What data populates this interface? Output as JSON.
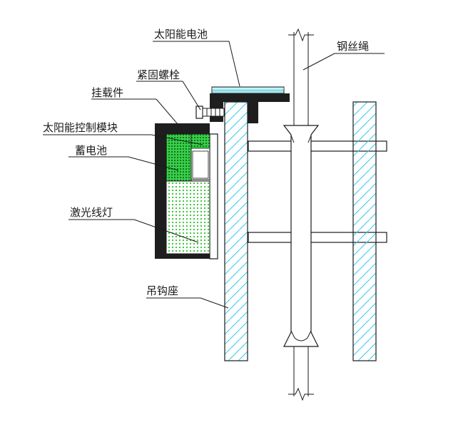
{
  "labels": {
    "solar_panel": "太阳能电池",
    "bolt": "紧固螺栓",
    "mount": "挂载件",
    "controller": "太阳能控制模块",
    "battery": "蓄电池",
    "laser": "激光线灯",
    "hook_base": "吊钩座",
    "wire_rope": "钢丝绳"
  },
  "colors": {
    "hatch": "#33c9f0",
    "solar_glass": "#a9e8ee",
    "controller_green": "#35d14a",
    "dot_green": "#3cc93c",
    "dark_frame": "#1e1e1e"
  }
}
